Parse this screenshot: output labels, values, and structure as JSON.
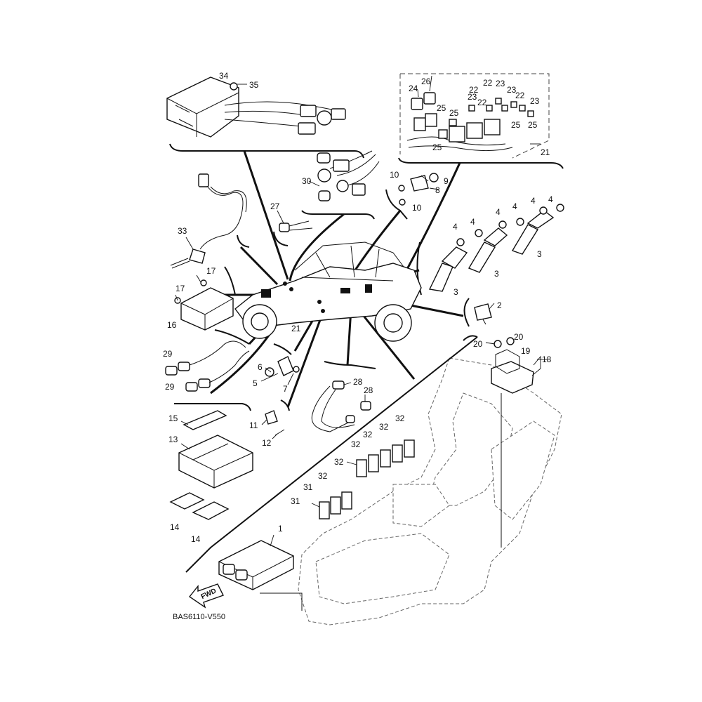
{
  "diagram": {
    "code": "BAS6110-V550",
    "fwd_label": "FWD"
  },
  "callouts": [
    {
      "id": "c34",
      "text": "34"
    },
    {
      "id": "c35",
      "text": "35"
    },
    {
      "id": "c24",
      "text": "24"
    },
    {
      "id": "c26",
      "text": "26"
    },
    {
      "id": "c22a",
      "text": "22"
    },
    {
      "id": "c22b",
      "text": "22"
    },
    {
      "id": "c22c",
      "text": "22"
    },
    {
      "id": "c22d",
      "text": "22"
    },
    {
      "id": "c23a",
      "text": "23"
    },
    {
      "id": "c23b",
      "text": "23"
    },
    {
      "id": "c23c",
      "text": "23"
    },
    {
      "id": "c23d",
      "text": "23"
    },
    {
      "id": "c25a",
      "text": "25"
    },
    {
      "id": "c25b",
      "text": "25"
    },
    {
      "id": "c25c",
      "text": "25"
    },
    {
      "id": "c25d",
      "text": "25"
    },
    {
      "id": "c25e",
      "text": "25"
    },
    {
      "id": "c21a",
      "text": "21"
    },
    {
      "id": "c21b",
      "text": "21"
    },
    {
      "id": "c10a",
      "text": "10"
    },
    {
      "id": "c10b",
      "text": "10"
    },
    {
      "id": "c9",
      "text": "9"
    },
    {
      "id": "c8",
      "text": "8"
    },
    {
      "id": "c30",
      "text": "30"
    },
    {
      "id": "c27",
      "text": "27"
    },
    {
      "id": "c33",
      "text": "33"
    },
    {
      "id": "c4a",
      "text": "4"
    },
    {
      "id": "c4b",
      "text": "4"
    },
    {
      "id": "c4c",
      "text": "4"
    },
    {
      "id": "c4d",
      "text": "4"
    },
    {
      "id": "c4e",
      "text": "4"
    },
    {
      "id": "c4f",
      "text": "4"
    },
    {
      "id": "c3a",
      "text": "3"
    },
    {
      "id": "c3b",
      "text": "3"
    },
    {
      "id": "c3c",
      "text": "3"
    },
    {
      "id": "c17a",
      "text": "17"
    },
    {
      "id": "c17b",
      "text": "17"
    },
    {
      "id": "c16",
      "text": "16"
    },
    {
      "id": "c2",
      "text": "2"
    },
    {
      "id": "c20a",
      "text": "20"
    },
    {
      "id": "c20b",
      "text": "20"
    },
    {
      "id": "c19",
      "text": "19"
    },
    {
      "id": "c18",
      "text": "18"
    },
    {
      "id": "c29a",
      "text": "29"
    },
    {
      "id": "c29b",
      "text": "29"
    },
    {
      "id": "c6",
      "text": "6"
    },
    {
      "id": "c5",
      "text": "5"
    },
    {
      "id": "c7",
      "text": "7"
    },
    {
      "id": "c28a",
      "text": "28"
    },
    {
      "id": "c28b",
      "text": "28"
    },
    {
      "id": "c15",
      "text": "15"
    },
    {
      "id": "c11",
      "text": "11"
    },
    {
      "id": "c12",
      "text": "12"
    },
    {
      "id": "c32a",
      "text": "32"
    },
    {
      "id": "c32b",
      "text": "32"
    },
    {
      "id": "c32c",
      "text": "32"
    },
    {
      "id": "c32d",
      "text": "32"
    },
    {
      "id": "c32e",
      "text": "32"
    },
    {
      "id": "c32f",
      "text": "32"
    },
    {
      "id": "c13",
      "text": "13"
    },
    {
      "id": "c31a",
      "text": "31"
    },
    {
      "id": "c31b",
      "text": "31"
    },
    {
      "id": "c14a",
      "text": "14"
    },
    {
      "id": "c14b",
      "text": "14"
    },
    {
      "id": "c1",
      "text": "1"
    }
  ]
}
